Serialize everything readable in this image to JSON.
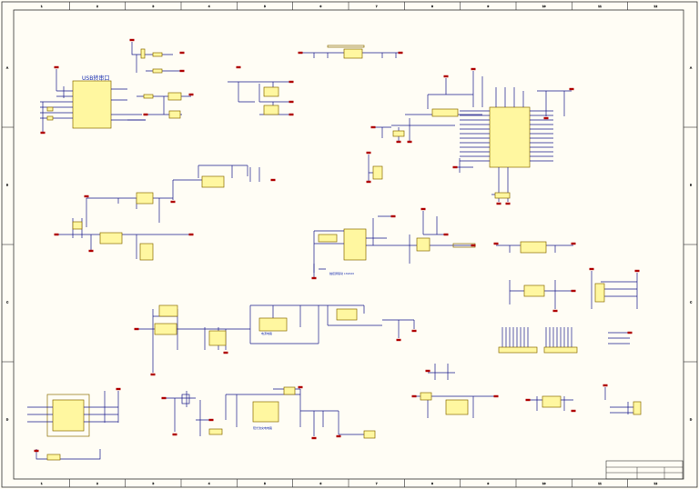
{
  "schematic": {
    "block_labels": {
      "usb_converter": "USB转串口",
      "main_controller": "触控屏驱动 LS9620",
      "power_circuit": "电源电路",
      "charge_circuit": "阳光池充电电路"
    },
    "zone_columns": [
      "1",
      "2",
      "3",
      "4",
      "5",
      "6",
      "7",
      "8",
      "9",
      "10",
      "11",
      "12"
    ],
    "zone_rows": [
      "A",
      "B",
      "C",
      "D"
    ]
  },
  "colors": {
    "background": "#fffdf5",
    "border": "#222222",
    "wire": "#1a1a8c",
    "component_fill": "#fff7a0",
    "component_stroke": "#8a6d00",
    "net_red": "#b00000",
    "label": "#1a2fb0"
  }
}
